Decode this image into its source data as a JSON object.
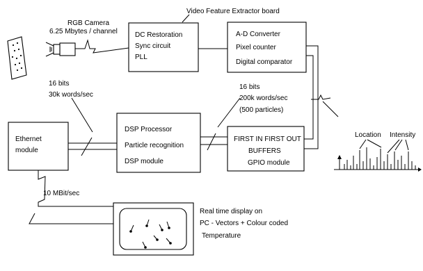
{
  "camera": {
    "label": "RGB Camera",
    "rate": "6.25 Mbytes / channel"
  },
  "board_title": "Video Feature Extractor board",
  "dc_box": {
    "lines": [
      "DC Restoration",
      "Sync circuit",
      "PLL"
    ]
  },
  "ad_box": {
    "lines": [
      "A-D Converter",
      "Pixel counter",
      "Digital comparator"
    ]
  },
  "dsp_link": {
    "bits": "16 bits",
    "rate": "30k words/sec"
  },
  "fifo_link": {
    "bits": "16 bits",
    "rate": "200k words/sec",
    "note": "(500 particles)"
  },
  "ethernet_box": {
    "lines": [
      "Ethernet",
      "module"
    ]
  },
  "dsp_box": {
    "lines": [
      "DSP Processor",
      "Particle recognition",
      "DSP module"
    ]
  },
  "fifo_box": {
    "lines": [
      "FIRST IN FIRST OUT",
      "BUFFERS",
      "GPIO module"
    ]
  },
  "spectrum": {
    "location_label": "Location",
    "intensity_label": "Intensity"
  },
  "ethernet_link": {
    "rate": "10 MBit/sec"
  },
  "display_caption": {
    "lines": [
      "Real time display on",
      "PC - Vectors + Colour coded",
      "Temperature"
    ]
  }
}
